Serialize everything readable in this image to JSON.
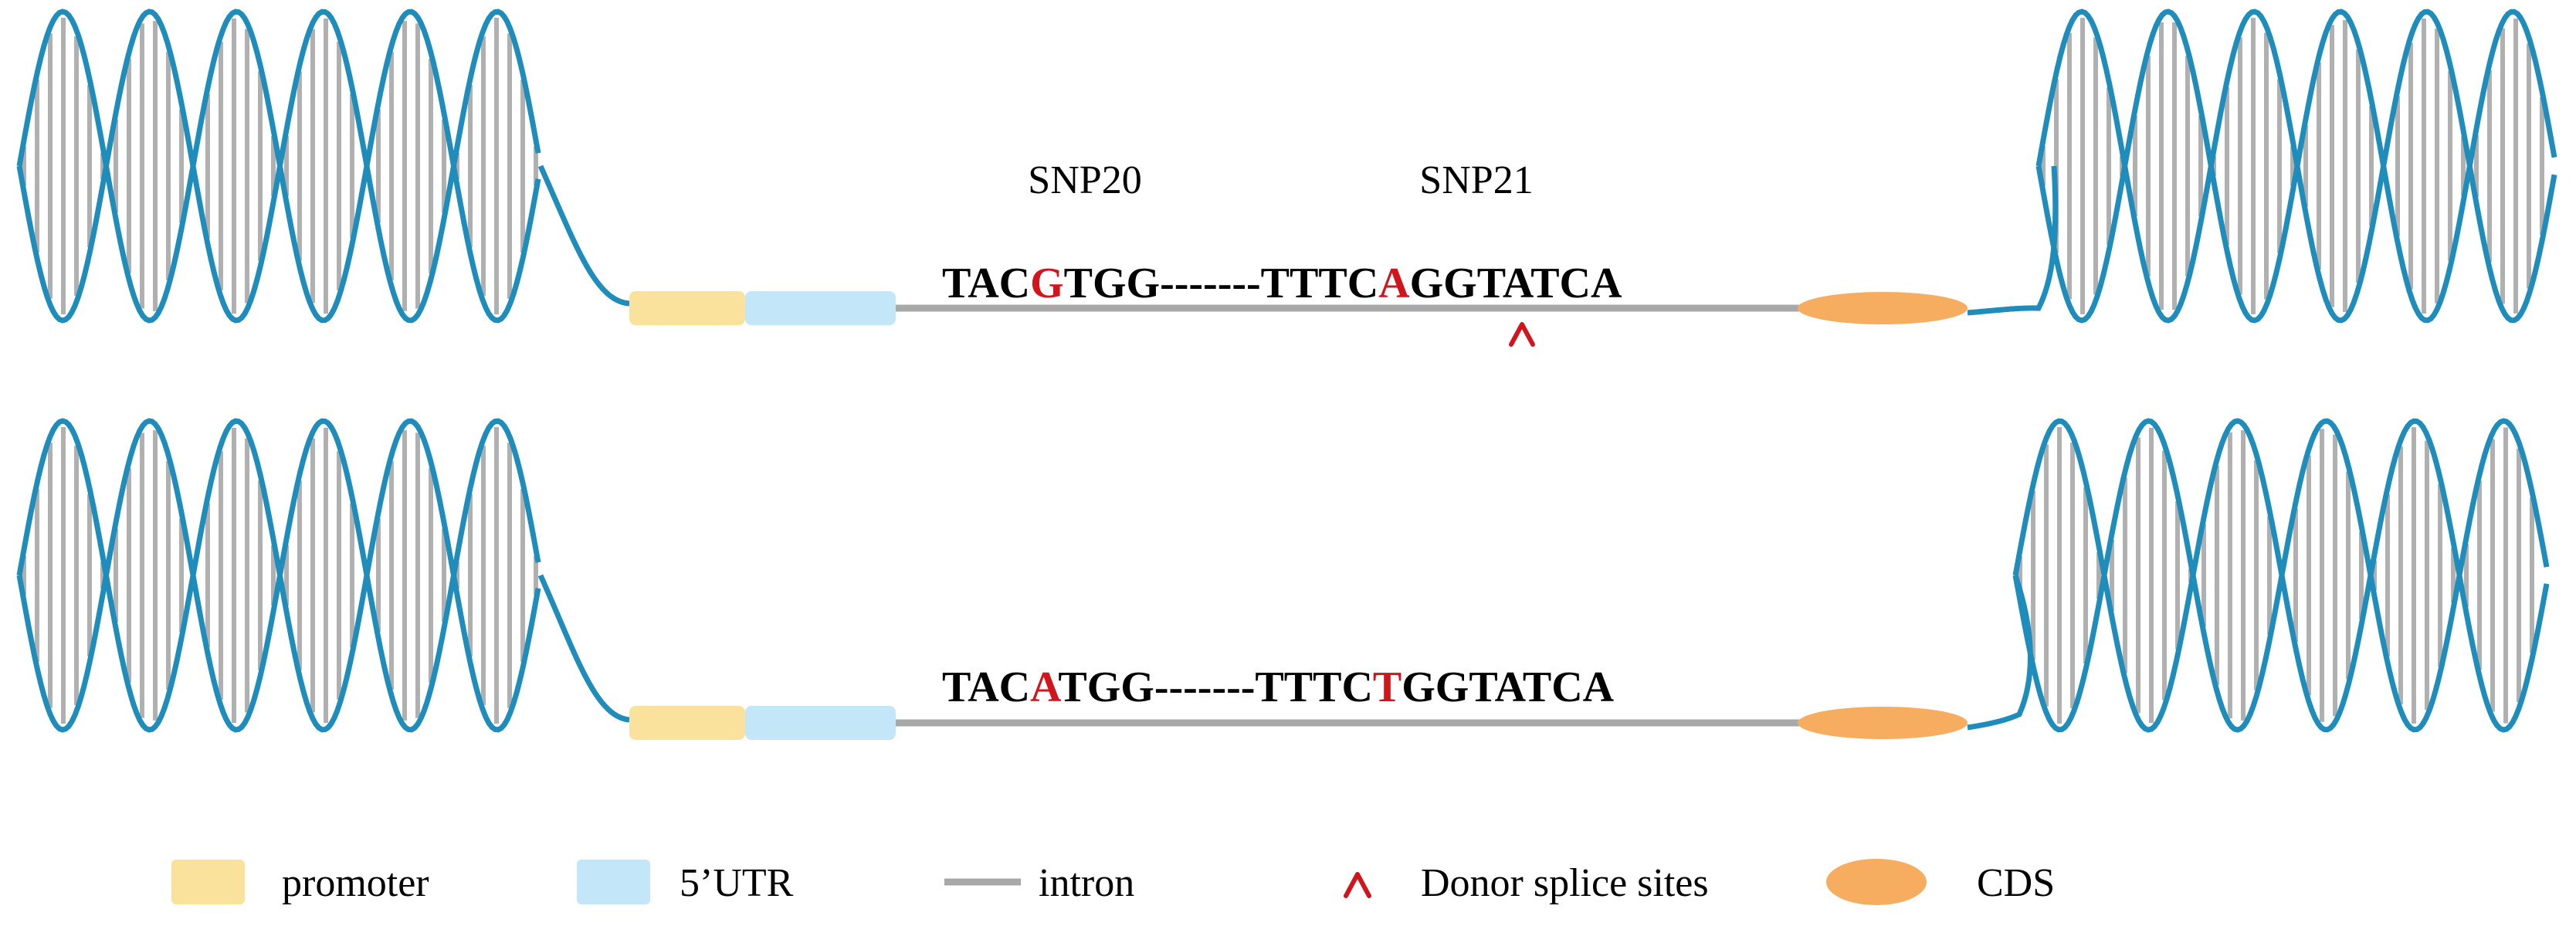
{
  "colors": {
    "promoter": "#fbe29c",
    "utr": "#c3e6f8",
    "intron": "#a8a8a8",
    "cds": "#f6ad5f",
    "helix_strand": "#1f8dbb",
    "rung": "#b0b0b0",
    "highlight": "#d0151c",
    "donor_mark": "#d0151c"
  },
  "snp_labels": {
    "snp20": "SNP20",
    "snp21": "SNP21"
  },
  "allele_top": {
    "prefix": "TAC",
    "snp20_base": "G",
    "middle": "TGG-------TTTC",
    "snp21_base": "A",
    "suffix": "GGTATCA",
    "donor_mark": "^"
  },
  "allele_bottom": {
    "prefix": "TAC",
    "snp20_base": "A",
    "middle": "TGG-------TTTC",
    "snp21_base": "T",
    "suffix": "GGTATCA"
  },
  "legend": [
    {
      "key": "promoter",
      "label": "promoter",
      "icon": "promoter-swatch"
    },
    {
      "key": "utr",
      "label": "5’UTR",
      "icon": "utr-swatch"
    },
    {
      "key": "intron",
      "label": "intron",
      "icon": "intron-line"
    },
    {
      "key": "donor",
      "label": "Donor splice sites",
      "icon": "caret-icon"
    },
    {
      "key": "cds",
      "label": "CDS",
      "icon": "cds-ellipse"
    }
  ]
}
